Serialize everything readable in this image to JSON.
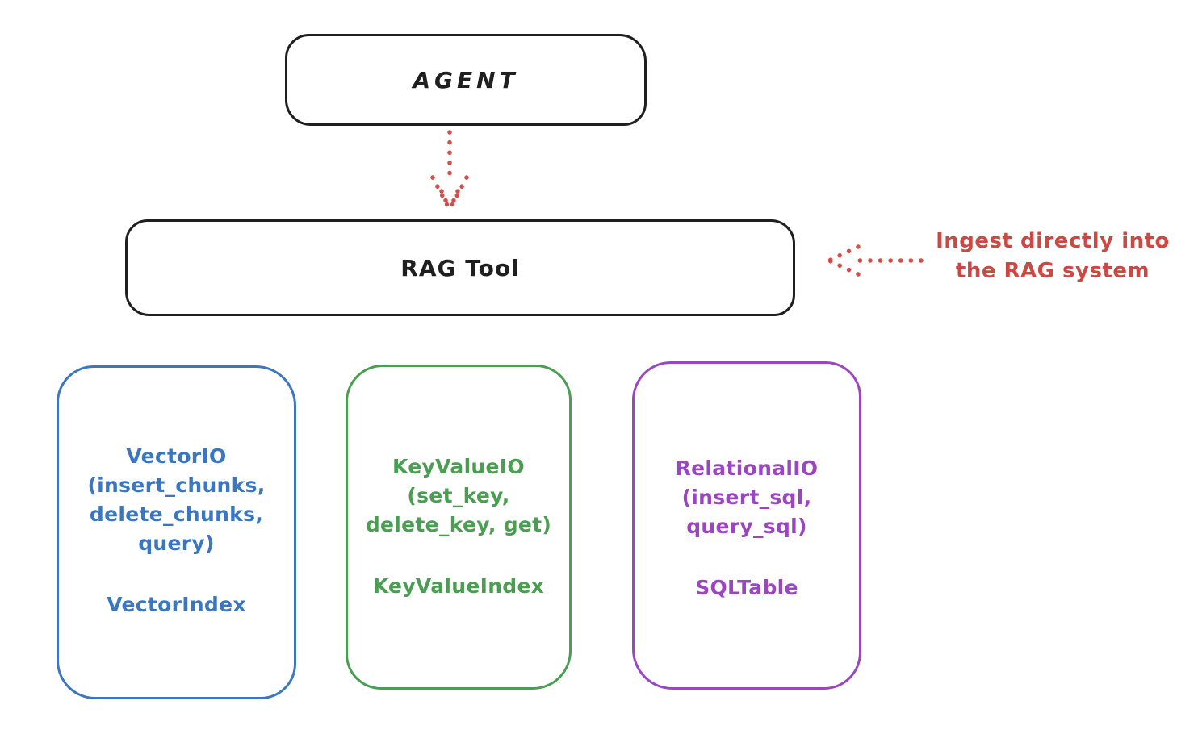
{
  "nodes": {
    "agent": {
      "label": "AGENT"
    },
    "rag_tool": {
      "label": "RAG Tool"
    }
  },
  "annotation": {
    "line1": "Ingest directly into",
    "line2": "the RAG system"
  },
  "cards": [
    {
      "line1": "VectorIO",
      "line2": "(insert_chunks,",
      "line3": "delete_chunks,",
      "line4": "query)",
      "index_label": "VectorIndex",
      "color": "#3b77c0"
    },
    {
      "line1": "KeyValueIO",
      "line2": "(set_key,",
      "line3": "delete_key, get)",
      "index_label": "KeyValueIndex",
      "color": "#4a9e52"
    },
    {
      "line1": "RelationalIO",
      "line2": "(insert_sql,",
      "line3": "query_sql)",
      "index_label": "SQLTable",
      "color": "#9a46c0"
    }
  ],
  "colors": {
    "outline_black": "#1f1f1f",
    "accent_red": "#cb4843",
    "blue": "#3b77c0",
    "green": "#4a9e52",
    "purple": "#9a46c0",
    "background": "#ffffff"
  }
}
